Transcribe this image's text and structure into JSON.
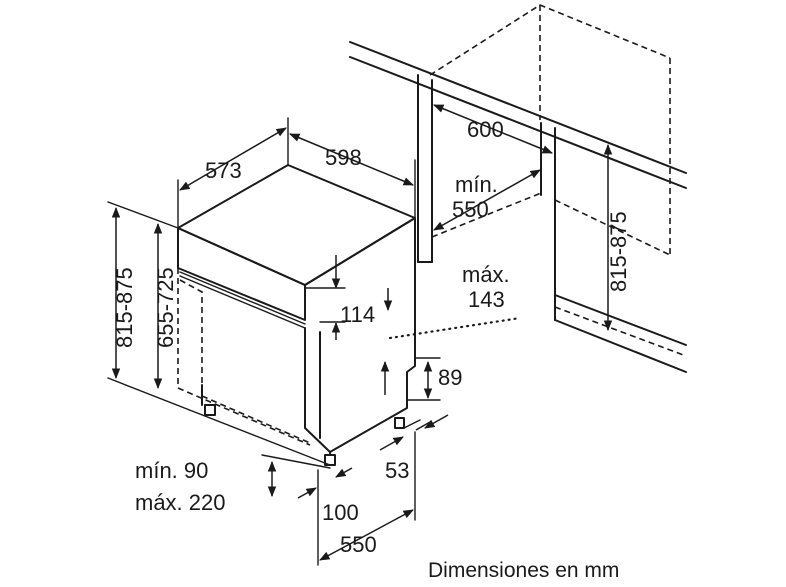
{
  "labels": {
    "depth_573": "573",
    "width_598": "598",
    "niche_width_600": "600",
    "niche_depth_min_label": "mín.",
    "niche_depth_550": "550",
    "max_label": "máx.",
    "max_143": "143",
    "dim_114": "114",
    "dim_89": "89",
    "dim_53": "53",
    "height_815_875_left": "815-875",
    "height_655_725": "655-725",
    "height_815_875_right": "815-875",
    "plinth_min": "mín. 90",
    "plinth_max": "máx. 220",
    "dim_100": "100",
    "dim_550_bottom": "550",
    "caption": "Dimensiones en mm"
  }
}
